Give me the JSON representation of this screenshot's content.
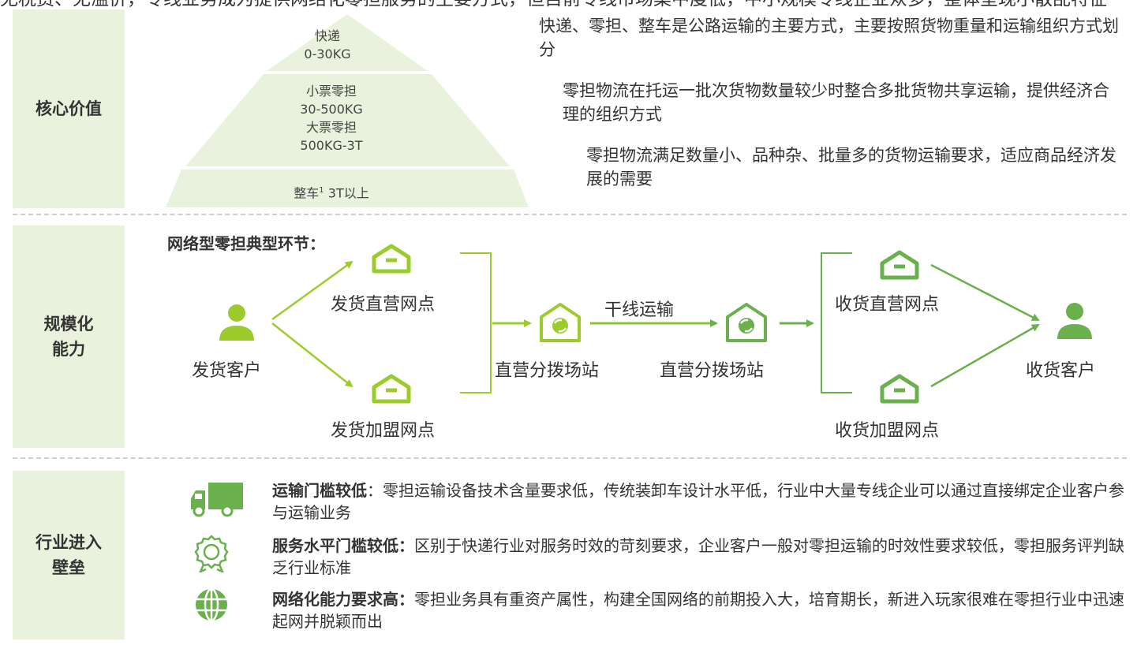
{
  "top_text": "无税费、无溢价，专线业务成为提供网络化零担服务的主要方式，但目前专线市场集中度低，中小规模专线企业众多，整体呈现小散乱特征",
  "colors": {
    "label_bg": "#e8f2dd",
    "green": "#6ab04c",
    "lime": "#9ccc2c",
    "divider": "#cfcfcf",
    "pyramid": "#e8f2dd"
  },
  "sections": {
    "core": {
      "label_lines": [
        "核心价值"
      ],
      "pyramid": {
        "top": {
          "line1": "快递",
          "line2": "0-30KG"
        },
        "middle": {
          "line1": "小票零担",
          "line2": "30-500KG",
          "line3": "大票零担",
          "line4": "500KG-3T"
        },
        "bottom": {
          "text": "整车",
          "sup": "1",
          "rest": " 3T以上"
        }
      },
      "bullets": [
        "快递、零担、整车是公路运输的主要方式，主要按照货物重量和运输组织方式划分",
        "零担物流在托运一批次货物数量较少时整合多批货物共享运输，提供经济合理的组织方式",
        "零担物流满足数量小、品种杂、批量多的货物运输要求，适应商品经济发展的需要"
      ]
    },
    "scale": {
      "label_lines": [
        "规模化",
        "能力"
      ],
      "flow_title": "网络型零担典型环节：",
      "nodes": {
        "shipper": "发货客户",
        "send_direct": "发货直营网点",
        "send_franchise": "发货加盟网点",
        "hub_origin": "直营分拨场站",
        "trunk": "干线运输",
        "hub_dest": "直营分拨场站",
        "recv_direct": "收货直营网点",
        "recv_franchise": "收货加盟网点",
        "receiver": "收货客户"
      }
    },
    "entry": {
      "label_lines": [
        "行业进入",
        "壁垒"
      ],
      "items": [
        {
          "icon": "truck-icon",
          "title": "运输门槛较低",
          "sep": "：",
          "text": "零担运输设备技术含量要求低，传统装卸车设计水平低，行业中大量专线企业可以通过直接绑定企业客户参与运输业务"
        },
        {
          "icon": "badge-icon",
          "title": "服务水平门槛较低：",
          "sep": "",
          "text": "区别于快递行业对服务时效的苛刻要求，企业客户一般对零担运输的时效性要求较低，零担服务评判缺乏行业标准"
        },
        {
          "icon": "globe-icon",
          "title": "网络化能力要求高：",
          "sep": "",
          "text": "零担业务具有重资产属性，构建全国网络的前期投入大，培育期长，新进入玩家很难在零担行业中迅速起网并脱颖而出"
        }
      ]
    }
  }
}
